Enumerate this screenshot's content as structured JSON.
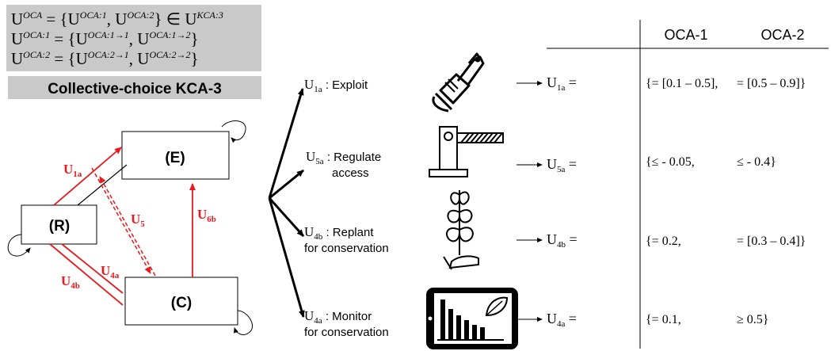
{
  "definitions": {
    "line1": {
      "base": "U",
      "sup": "OCA",
      "eq": " = {",
      "a": "U",
      "a_sup": "OCA:1",
      "comma": ", ",
      "b": "U",
      "b_sup": "OCA:2",
      "close": "} ∈ ",
      "c": "U",
      "c_sup": "KCA:3"
    },
    "line2": {
      "base": "U",
      "sup": "OCA:1",
      "eq": " = {",
      "a": "U",
      "a_sup": "OCA:1→1",
      "comma": ", ",
      "b": "U",
      "b_sup": "OCA:1→2",
      "close": "}"
    },
    "line3": {
      "base": "U",
      "sup": "OCA:2",
      "eq": " = {",
      "a": "U",
      "a_sup": "OCA:2→1",
      "comma": ", ",
      "b": "U",
      "b_sup": "OCA:2→2",
      "close": "}"
    }
  },
  "banner": "Collective-choice  KCA-3",
  "nodes": {
    "E": "(E)",
    "R": "(R)",
    "C": "(C)"
  },
  "edges": {
    "u1a": {
      "base": "U",
      "sub": "1a"
    },
    "u5": {
      "base": "U",
      "sub": "5"
    },
    "u6b": {
      "base": "U",
      "sub": "6b"
    },
    "u4a": {
      "base": "U",
      "sub": "4a"
    },
    "u4b": {
      "base": "U",
      "sub": "4b"
    }
  },
  "actions": [
    {
      "base": "U",
      "sub": "1a",
      "line1": " : Exploit",
      "line2": "",
      "icon": "chainsaw-icon"
    },
    {
      "base": "U",
      "sub": "5a",
      "line1": " : Regulate",
      "line2": "access",
      "icon": "barrier-gate-icon"
    },
    {
      "base": "U",
      "sub": "4b",
      "line1": " : Replant",
      "line2": "for conservation",
      "icon": "plant-hand-icon"
    },
    {
      "base": "U",
      "sub": "4a",
      "line1": " : Monitor",
      "line2": "for conservation",
      "icon": "tablet-chart-icon"
    }
  ],
  "results": [
    {
      "base": "U",
      "sub": "1a",
      "eq": " ="
    },
    {
      "base": "U",
      "sub": "5a",
      "eq": " ="
    },
    {
      "base": "U",
      "sub": "4b",
      "eq": " ="
    },
    {
      "base": "U",
      "sub": "4a",
      "eq": " ="
    }
  ],
  "table": {
    "headers": [
      "OCA-1",
      "OCA-2"
    ],
    "rows": [
      {
        "oca1": "{= [0.1 – 0.5],",
        "oca2": "= [0.5 – 0.9]}"
      },
      {
        "oca1": "{≤ - 0.05,",
        "oca2": "≤ - 0.4}"
      },
      {
        "oca1": "{= 0.2,",
        "oca2": "= [0.3 – 0.4]}"
      },
      {
        "oca1": "{= 0.1,",
        "oca2": "≥ 0.5}"
      }
    ]
  },
  "colors": {
    "red": "#e8191c",
    "black": "#000000",
    "panel": "#c9c9c9"
  }
}
